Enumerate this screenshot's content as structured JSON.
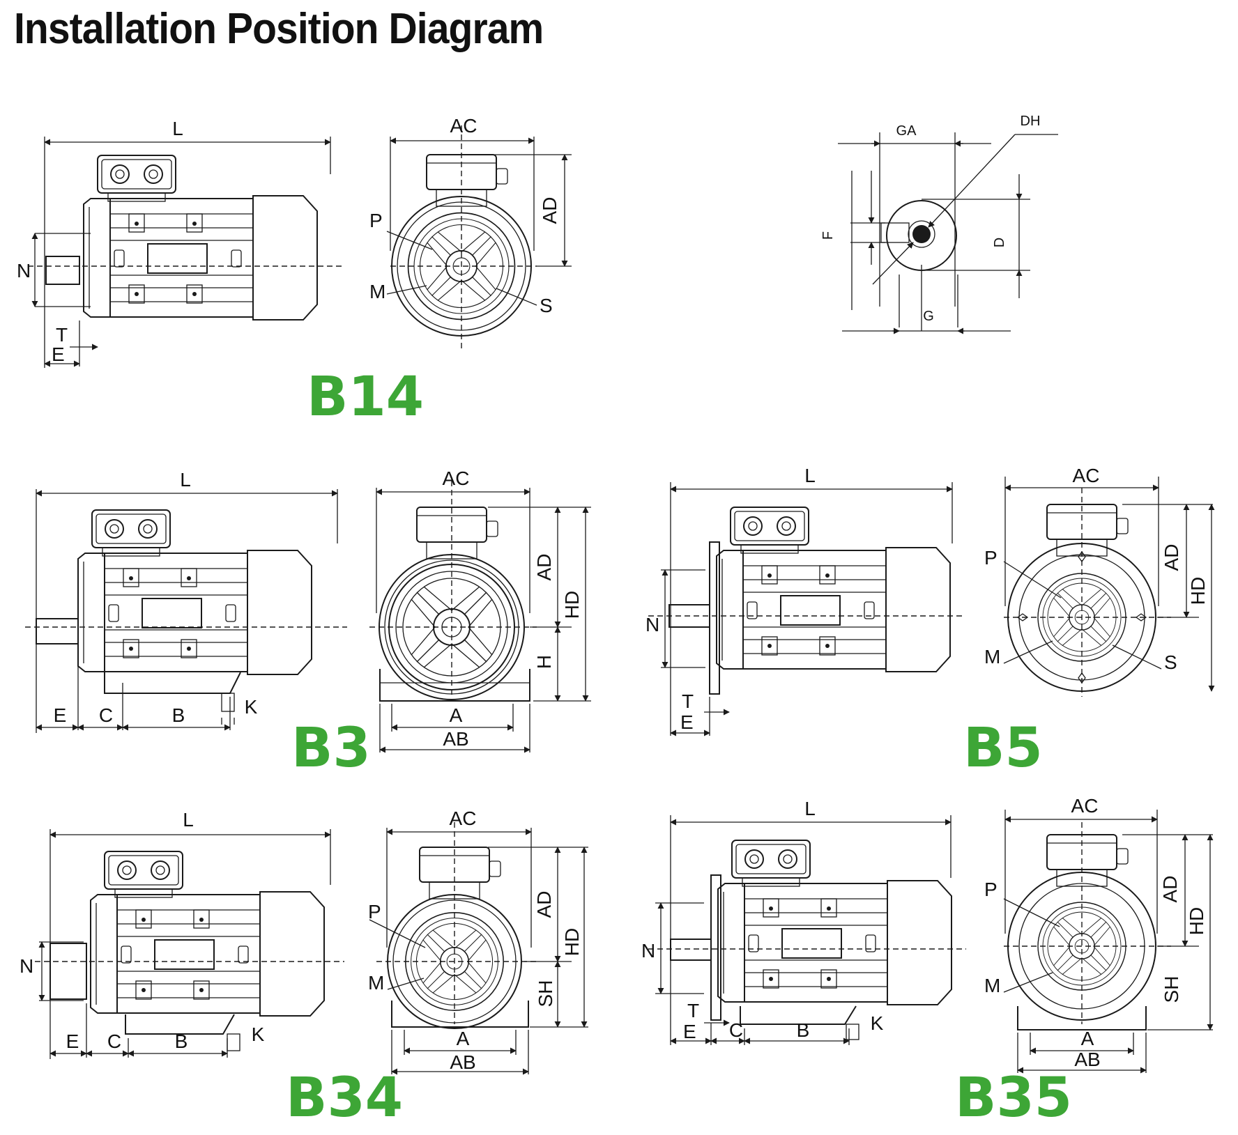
{
  "title": "Installation Position Diagram",
  "colors": {
    "accent": "#3da636",
    "line": "#1a1a1a"
  },
  "mounting_codes": [
    "B14",
    "B3",
    "B5",
    "B34",
    "B35"
  ],
  "labels": {
    "L": "L",
    "N": "N",
    "T": "T",
    "E": "E",
    "C": "C",
    "B": "B",
    "K": "K",
    "AC": "AC",
    "AD": "AD",
    "HD": "HD",
    "H": "H",
    "A": "A",
    "AB": "AB",
    "P": "P",
    "M": "M",
    "S": "S",
    "SH": "SH",
    "GA": "GA",
    "DH": "DH",
    "F": "F",
    "D": "D",
    "G": "G"
  }
}
